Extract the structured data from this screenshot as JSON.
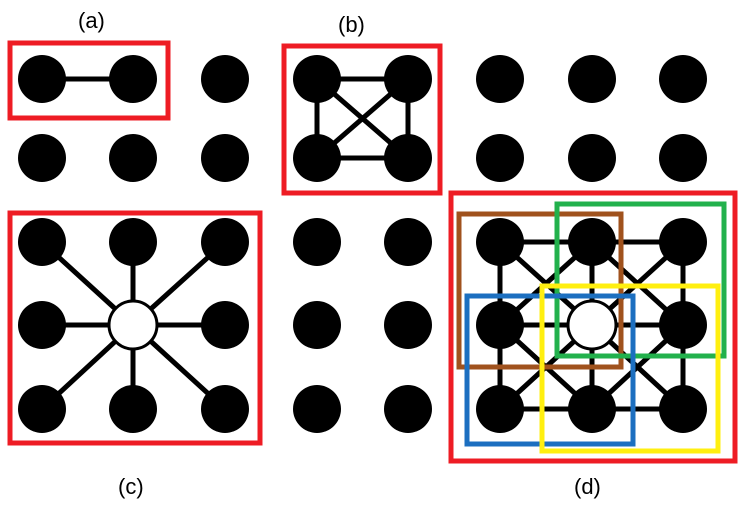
{
  "labels": {
    "a": "(a)",
    "b": "(b)",
    "c": "(c)",
    "d": "(d)"
  },
  "colors": {
    "node": "#000000",
    "center_node_fill": "#ffffff",
    "edge": "#000000",
    "outer_box": "#ee1c24",
    "box_brown": "#a0521d",
    "box_green": "#22b14c",
    "box_blue": "#1c6fc0",
    "box_yellow": "#ffef10"
  }
}
